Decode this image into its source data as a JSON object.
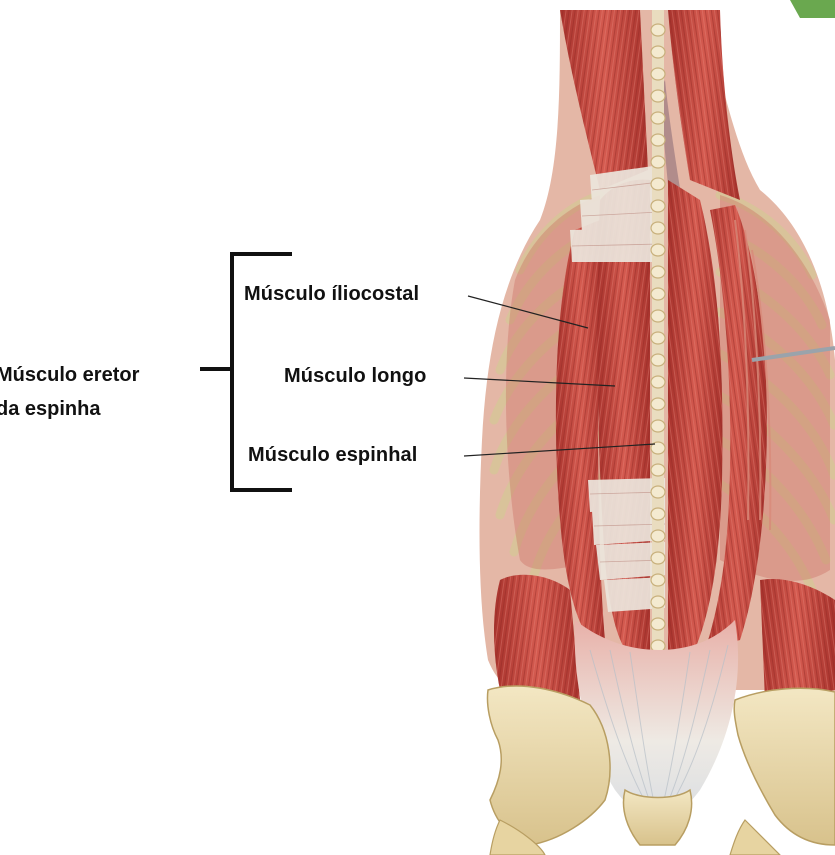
{
  "labels": {
    "group": {
      "line1": "Músculo eretor",
      "line2": "da espinha"
    },
    "iliocostal": "Músculo íliocostal",
    "longo": "Músculo longo",
    "espinhal": "Músculo espinhal"
  },
  "colors": {
    "muscle": "#c9463d",
    "muscle_dark": "#9e2f2a",
    "muscle_light": "#e0746a",
    "tendon": "#e9e4dc",
    "bone": "#efe0b6",
    "bone_shadow": "#c9b27a",
    "bracket": "#111111"
  }
}
